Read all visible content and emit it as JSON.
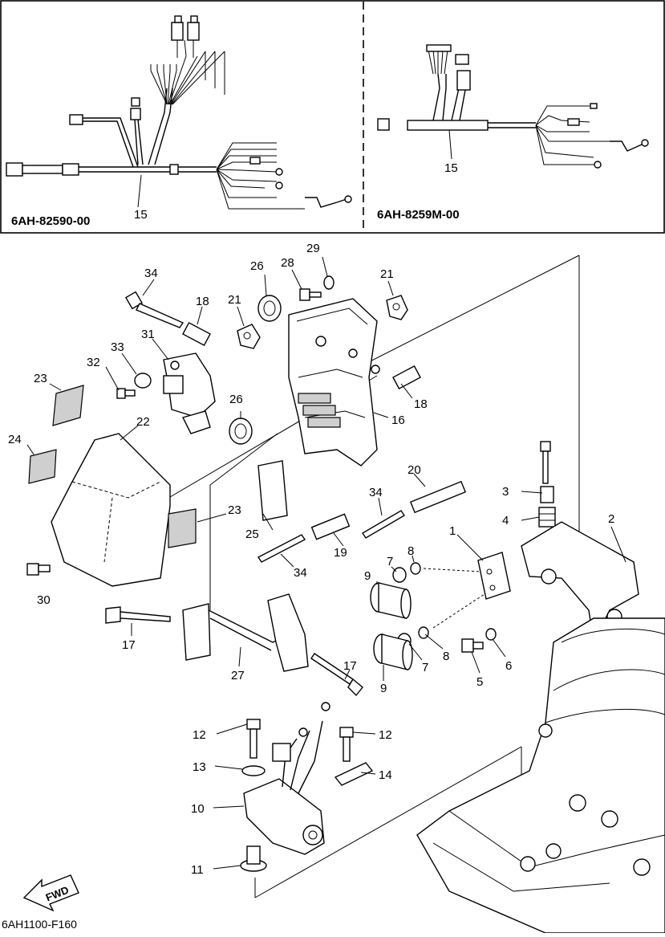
{
  "inset_left": {
    "code": "6AH-82590-00",
    "part": "15"
  },
  "inset_right": {
    "code": "6AH-8259M-00",
    "part": "15"
  },
  "footer_code": "6AH1100-F160",
  "fwd_label": "FWD",
  "callouts": [
    {
      "id": "c29",
      "text": "29"
    },
    {
      "id": "c28",
      "text": "28"
    },
    {
      "id": "c26a",
      "text": "26"
    },
    {
      "id": "c34a",
      "text": "34"
    },
    {
      "id": "c18a",
      "text": "18"
    },
    {
      "id": "c21a",
      "text": "21"
    },
    {
      "id": "c21b",
      "text": "21"
    },
    {
      "id": "c31",
      "text": "31"
    },
    {
      "id": "c33",
      "text": "33"
    },
    {
      "id": "c32",
      "text": "32"
    },
    {
      "id": "c23a",
      "text": "23"
    },
    {
      "id": "c26b",
      "text": "26"
    },
    {
      "id": "c18b",
      "text": "18"
    },
    {
      "id": "c16",
      "text": "16"
    },
    {
      "id": "c22",
      "text": "22"
    },
    {
      "id": "c24",
      "text": "24"
    },
    {
      "id": "c23b",
      "text": "23"
    },
    {
      "id": "c20",
      "text": "20"
    },
    {
      "id": "c34b",
      "text": "34"
    },
    {
      "id": "c25",
      "text": "25"
    },
    {
      "id": "c19",
      "text": "19"
    },
    {
      "id": "c34c",
      "text": "34"
    },
    {
      "id": "c30",
      "text": "30"
    },
    {
      "id": "c3",
      "text": "3"
    },
    {
      "id": "c4",
      "text": "4"
    },
    {
      "id": "c2",
      "text": "2"
    },
    {
      "id": "c1",
      "text": "1"
    },
    {
      "id": "c7a",
      "text": "7"
    },
    {
      "id": "c8a",
      "text": "8"
    },
    {
      "id": "c9a",
      "text": "9"
    },
    {
      "id": "c8b",
      "text": "8"
    },
    {
      "id": "c7b",
      "text": "7"
    },
    {
      "id": "c6",
      "text": "6"
    },
    {
      "id": "c5",
      "text": "5"
    },
    {
      "id": "c9b",
      "text": "9"
    },
    {
      "id": "c17a",
      "text": "17"
    },
    {
      "id": "c27",
      "text": "27"
    },
    {
      "id": "c17b",
      "text": "17"
    },
    {
      "id": "c12a",
      "text": "12"
    },
    {
      "id": "c12b",
      "text": "12"
    },
    {
      "id": "c13",
      "text": "13"
    },
    {
      "id": "c14",
      "text": "14"
    },
    {
      "id": "c10",
      "text": "10"
    },
    {
      "id": "c11",
      "text": "11"
    }
  ]
}
